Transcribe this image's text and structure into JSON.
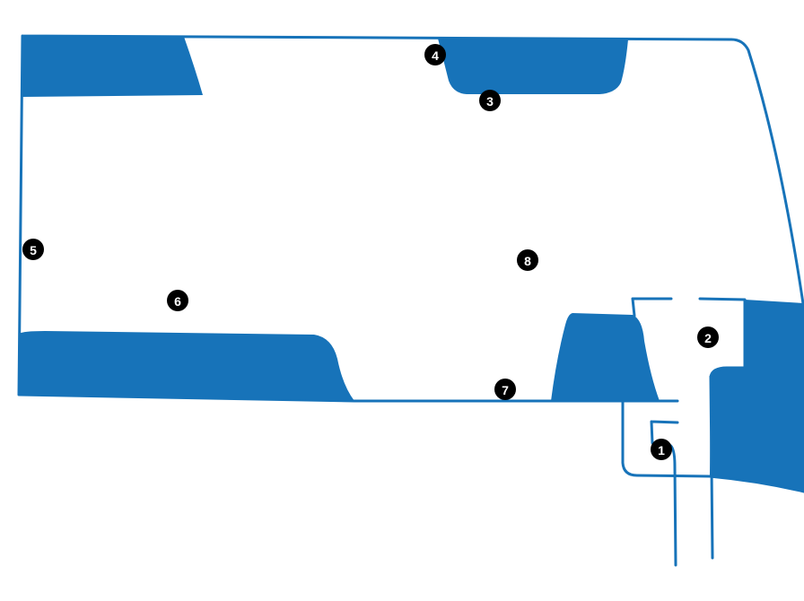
{
  "colors": {
    "primary": "#1773b9",
    "marker_fill": "#000000",
    "marker_text": "#ffffff",
    "background": "#ffffff"
  },
  "markers": [
    {
      "id": "1",
      "label": "1"
    },
    {
      "id": "2",
      "label": "2"
    },
    {
      "id": "3",
      "label": "3"
    },
    {
      "id": "4",
      "label": "4"
    },
    {
      "id": "5",
      "label": "5"
    },
    {
      "id": "6",
      "label": "6"
    },
    {
      "id": "7",
      "label": "7"
    },
    {
      "id": "8",
      "label": "8"
    }
  ]
}
